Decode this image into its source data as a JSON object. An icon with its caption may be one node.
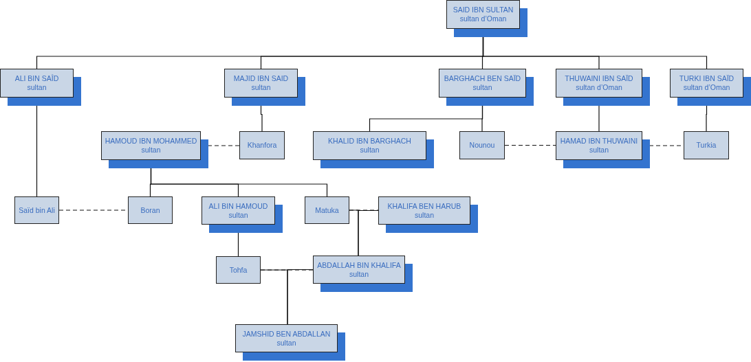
{
  "diagram": {
    "nodes": [
      {
        "text": [
          "SAID IBN SULTAN",
          "sultan d’Oman"
        ]
      },
      {
        "text": [
          "ALI BIN SAÎD",
          "sultan"
        ]
      },
      {
        "text": [
          "MAJID IBN SAID",
          "sultan"
        ]
      },
      {
        "text": [
          "BARGHACH BEN SAÏD",
          "sultan"
        ]
      },
      {
        "text": [
          "THUWAINI IBN SAÏD",
          "sultan d’Oman"
        ]
      },
      {
        "text": [
          "TURKI IBN SAÏD",
          "sultan d’Oman"
        ]
      },
      {
        "text": [
          "HAMOUD IBN MOHAMMED",
          "sultan"
        ]
      },
      {
        "text": [
          "Khanfora"
        ]
      },
      {
        "text": [
          "KHALID IBN BARGHACH",
          "sultan"
        ]
      },
      {
        "text": [
          "Nounou"
        ]
      },
      {
        "text": [
          "HAMAD IBN THUWAINI",
          "sultan"
        ]
      },
      {
        "text": [
          "Turkia"
        ]
      },
      {
        "text": [
          "Saïd bin Ali"
        ]
      },
      {
        "text": [
          "Boran"
        ]
      },
      {
        "text": [
          "ALI BIN HAMOUD",
          "sultan"
        ]
      },
      {
        "text": [
          "Matuka"
        ]
      },
      {
        "text": [
          "KHALIFA BEN HARUB",
          "sultan"
        ]
      },
      {
        "text": [
          "Tohfa"
        ]
      },
      {
        "text": [
          "ABDALLAH BIN KHALIFA",
          "sultan"
        ]
      },
      {
        "text": [
          "JAMSHID BEN ABDALLAN",
          "sultan"
        ]
      }
    ],
    "edges": [
      {
        "from": 0,
        "to": 1,
        "arrow": "none"
      },
      {
        "from": 0,
        "to": 2,
        "arrow": "none"
      },
      {
        "from": 0,
        "to": 3,
        "arrow": "none"
      },
      {
        "from": 0,
        "to": 4,
        "arrow": "none"
      },
      {
        "from": 0,
        "to": 5,
        "arrow": "none"
      },
      {
        "from": 1,
        "to": 12,
        "arrow": "none"
      },
      {
        "from": 2,
        "to": 7,
        "arrow": "none"
      },
      {
        "from": 3,
        "to": 8,
        "arrow": "none"
      },
      {
        "from": 3,
        "to": 9,
        "arrow": "none"
      },
      {
        "from": 4,
        "to": 10,
        "arrow": "none"
      },
      {
        "from": 5,
        "to": 11,
        "arrow": "none"
      },
      {
        "from": 6,
        "to": 7,
        "arrow": "none",
        "style": "dashed"
      },
      {
        "from": 9,
        "to": 10,
        "arrow": "none",
        "style": "dashed"
      },
      {
        "from": 10,
        "to": 11,
        "arrow": "none",
        "style": "dashed"
      },
      {
        "from": 6,
        "to": 13,
        "arrow": "none"
      },
      {
        "from": 6,
        "to": 14,
        "arrow": "none"
      },
      {
        "from": 6,
        "to": 15,
        "arrow": "none"
      },
      {
        "from": 12,
        "to": 13,
        "arrow": "none",
        "style": "dashed"
      },
      {
        "from": 14,
        "to": 17,
        "arrow": "none"
      },
      {
        "from": 15,
        "to": 16,
        "arrow": "none",
        "style": "dashed"
      },
      {
        "from": 15,
        "to": 18,
        "arrow": "none"
      },
      {
        "from": 16,
        "to": 18,
        "arrow": "none"
      },
      {
        "from": 17,
        "to": 18,
        "arrow": "none",
        "style": "dashed"
      },
      {
        "from": 17,
        "to": 19,
        "arrow": "none"
      },
      {
        "from": 18,
        "to": 19,
        "arrow": "none"
      }
    ]
  }
}
